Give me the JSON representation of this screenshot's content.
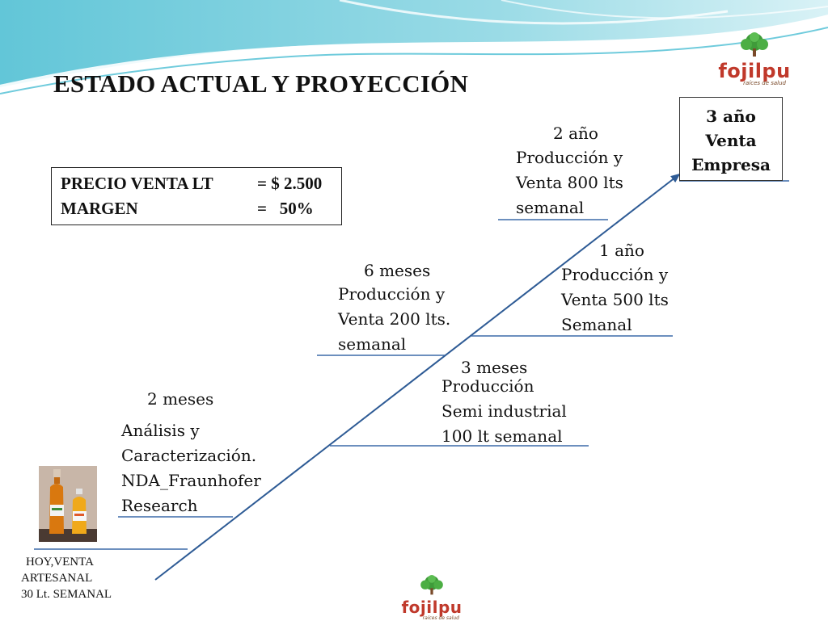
{
  "title": "ESTADO ACTUAL Y PROYECCIÓN",
  "price_box": {
    "row1_label": "PRECIO VENTA LT",
    "row1_value": "= $ 2.500",
    "row2_label": "MARGEN",
    "row2_value": "=   50%"
  },
  "milestones": {
    "m2": {
      "head": "2 meses",
      "lines": [
        "Análisis y",
        "Caracterización.",
        "NDA_Fraunhofer",
        "Research"
      ]
    },
    "m3": {
      "head": "3 meses",
      "lines": [
        "Producción",
        "Semi industrial",
        "100 lt semanal"
      ]
    },
    "m6": {
      "head": "6 meses",
      "lines": [
        "Producción y",
        "Venta 200 lts.",
        "semanal"
      ]
    },
    "y1": {
      "head": "1 año",
      "lines": [
        "Producción y",
        "Venta 500 lts",
        "Semanal"
      ]
    },
    "y2": {
      "head": "2 año",
      "lines": [
        "Producción y",
        "Venta 800 lts",
        "semanal"
      ]
    },
    "y3": {
      "lines": [
        "3 año",
        "Venta",
        "Empresa"
      ]
    }
  },
  "start_label": {
    "lines": [
      "HOY,VENTA",
      "ARTESANAL",
      "30 Lt. SEMANAL"
    ]
  },
  "logo": {
    "name": "fojilpu",
    "tagline": "raíces de salud"
  },
  "colors": {
    "arrow": "#2e5b95",
    "underline": "#3b6aa8",
    "logo_red": "#c0392b",
    "logo_green": "#3f9b3a",
    "wave": "#5bc4d8"
  }
}
